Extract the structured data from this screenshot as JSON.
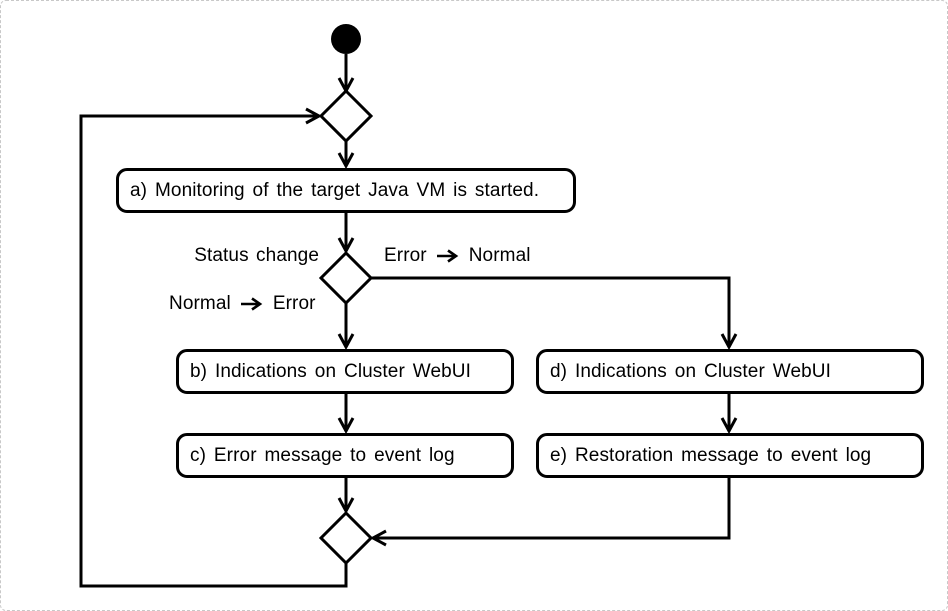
{
  "diagram": {
    "type": "activity-flowchart",
    "background_color": "#ffffff",
    "line_color": "#000000",
    "node_fill_color": "#ffffff",
    "frame_border_color": "#c8c8c8",
    "nodes": {
      "start": {
        "type": "initial-node"
      },
      "a": {
        "label": "a) Monitoring of the target Java VM is started."
      },
      "b": {
        "label": "b) Indications on Cluster WebUI"
      },
      "c": {
        "label": "c) Error message to event log"
      },
      "d": {
        "label": "d) Indications on Cluster WebUI"
      },
      "e": {
        "label": "e) Restoration message to event log"
      }
    },
    "edge_labels": {
      "status_change": "Status change",
      "error_to_normal": {
        "from": "Error",
        "to": "Normal"
      },
      "normal_to_error": {
        "from": "Normal",
        "to": "Error"
      }
    },
    "icons": {
      "right_arrow": "right-arrow-icon"
    }
  }
}
